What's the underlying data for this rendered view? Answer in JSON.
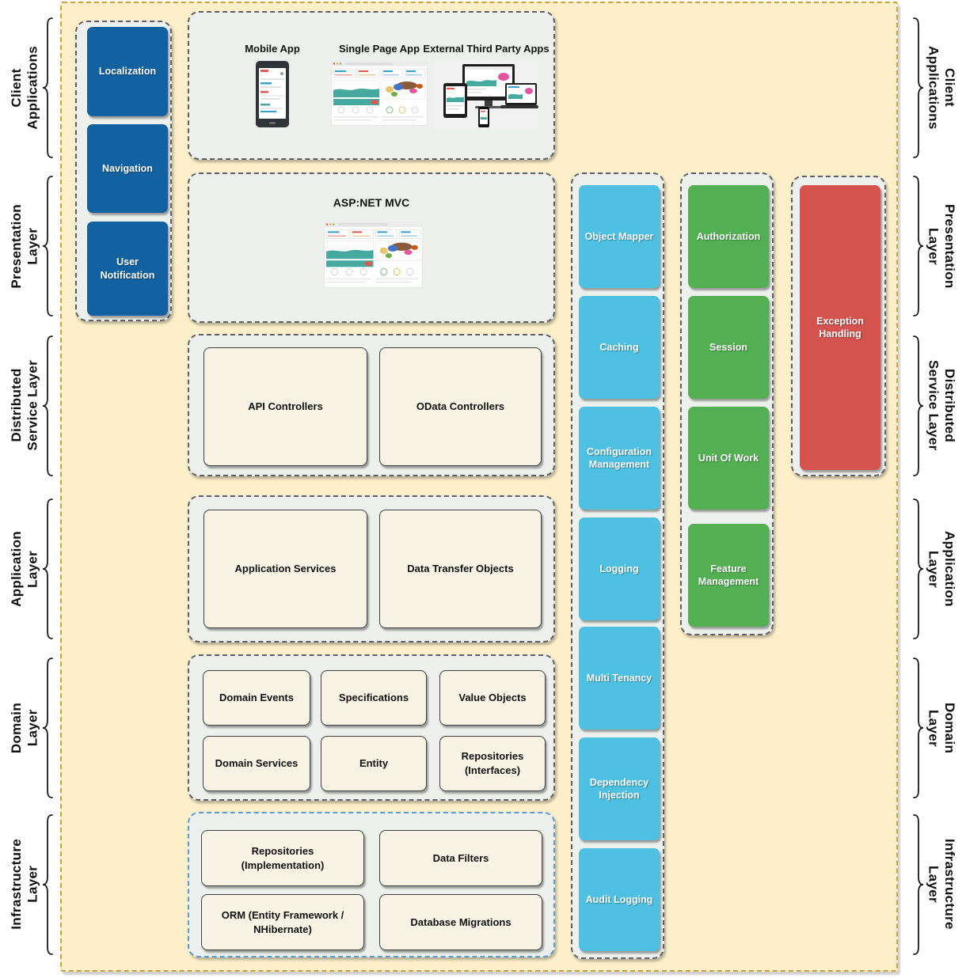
{
  "layer_labels": [
    "Client\nApplications",
    "Presentation\nLayer",
    "Distributed\nService Layer",
    "Application\nLayer",
    "Domain\nLayer",
    "Infrastructure\nLayer"
  ],
  "sidebar_features": [
    "Localization",
    "Navigation",
    "User Notification"
  ],
  "client_applications": {
    "items": [
      "Mobile App",
      "Single Page App",
      "External Third Party Apps"
    ]
  },
  "presentation_layer": {
    "title": "ASP:NET MVC"
  },
  "distributed_service_layer": {
    "boxes": [
      "API Controllers",
      "OData Controllers"
    ]
  },
  "application_layer": {
    "boxes": [
      "Application Services",
      "Data Transfer Objects"
    ]
  },
  "domain_layer": {
    "boxes": [
      "Domain Events",
      "Specifications",
      "Value Objects",
      "Domain Services",
      "Entity",
      "Repositories\n(Interfaces)"
    ]
  },
  "infrastructure_layer": {
    "boxes": [
      "Repositories (Implementation)",
      "Data Filters",
      "ORM (Entity Framework /\nNHibernate)",
      "Database Migrations"
    ]
  },
  "cross_cutting_concerns": [
    "Object Mapper",
    "Caching",
    "Configuration\nManagement",
    "Logging",
    "Multi Tenancy",
    "Dependency\nInjection",
    "Audit Logging"
  ],
  "aspects": [
    "Authorization",
    "Session",
    "Unit Of Work",
    "Feature\nManagement"
  ],
  "exception_column": [
    "Exception\nHandling"
  ],
  "colors": {
    "canvas_background": "#fcefc9",
    "canvas_border": "#c8a43c",
    "feature_blue": "#1261a0",
    "cross_cutting_cyan": "#4ec1e2",
    "aspect_green": "#52b053",
    "exception_red": "#d5534e",
    "module_cream": "#f8f3e4",
    "panel_gray": "#eef0ee",
    "infrastructure_border_blue": "#5b9bd5"
  }
}
